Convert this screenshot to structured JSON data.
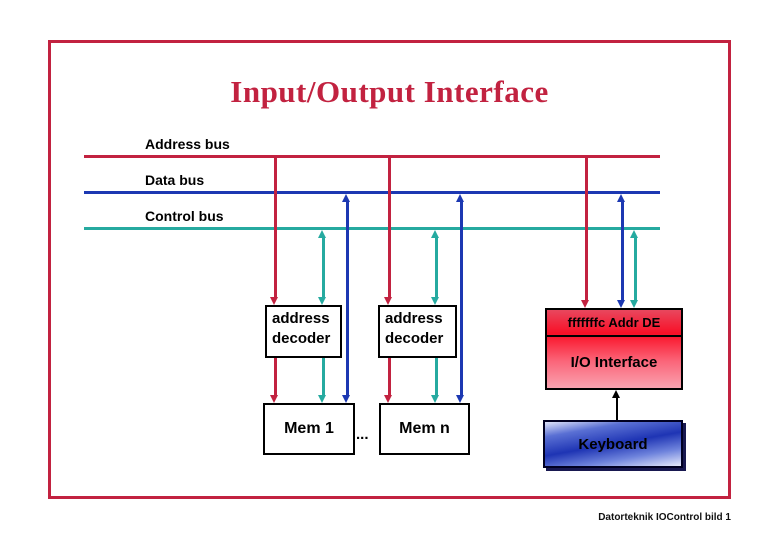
{
  "slide": {
    "title": "Input/Output Interface",
    "footer": "Datorteknik IOControl bild 1"
  },
  "buses": [
    {
      "id": "address-bus",
      "label": "Address bus",
      "color": "#c22240"
    },
    {
      "id": "data-bus",
      "label": "Data bus",
      "color": "#1c38b2"
    },
    {
      "id": "control-bus",
      "label": "Control bus",
      "color": "#26aaa0"
    }
  ],
  "diagram": {
    "decoder_left": "address decoder",
    "decoder_right": "address decoder",
    "mem_left": "Mem 1",
    "ellipsis": "...",
    "mem_right": "Mem n",
    "io_header": "fffffffc Addr DE",
    "io_label": "I/O Interface",
    "keyboard_label": "Keyboard"
  },
  "colors": {
    "accent_red": "#c22240",
    "bus_blue": "#1c38b2",
    "bus_teal": "#26aaa0",
    "io_box_red": "#f90f26",
    "keyboard_blue": "#1e34b4",
    "box_border": "#000000"
  }
}
